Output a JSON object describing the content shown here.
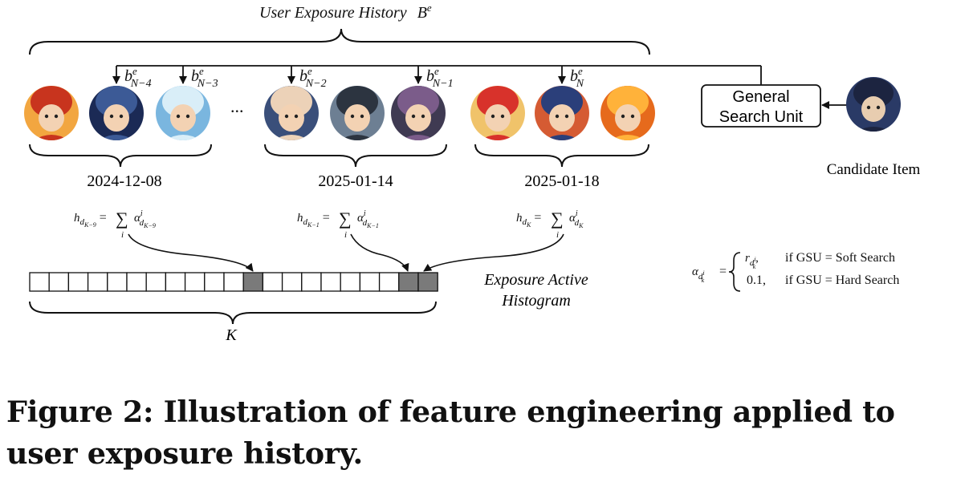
{
  "header": {
    "history_label": "User Exposure History",
    "history_symbol": "B",
    "history_superscript": "e"
  },
  "pointers": [
    {
      "base": "b",
      "sup": "e",
      "sub": "N−4"
    },
    {
      "base": "b",
      "sup": "e",
      "sub": "N−3"
    },
    {
      "base": "b",
      "sup": "e",
      "sub": "N−2"
    },
    {
      "base": "b",
      "sup": "e",
      "sub": "N−1"
    },
    {
      "base": "b",
      "sup": "e",
      "sub": "N"
    }
  ],
  "ellipsis": "...",
  "items": [
    {
      "icon": "naruto-avatar-icon",
      "bg": "#f2a640",
      "fg": "#c8341e"
    },
    {
      "icon": "conan-night-avatar-icon",
      "bg": "#1b2a55",
      "fg": "#3c5a96"
    },
    {
      "icon": "kid-avatar-icon",
      "bg": "#7ab6df",
      "fg": "#d9eef8"
    },
    {
      "icon": "conan-glasses-avatar-icon",
      "bg": "#3a4f7a",
      "fg": "#ecd2b8"
    },
    {
      "icon": "levi-avatar-icon",
      "bg": "#6d7f93",
      "fg": "#2c3440"
    },
    {
      "icon": "detective-avatar-icon",
      "bg": "#3f3a52",
      "fg": "#7b5c8a"
    },
    {
      "icon": "luffy-avatar-icon",
      "bg": "#f0c36a",
      "fg": "#d8322b"
    },
    {
      "icon": "conan-city-avatar-icon",
      "bg": "#d55b33",
      "fg": "#2b3f7a"
    },
    {
      "icon": "fire-girl-avatar-icon",
      "bg": "#e66a1c",
      "fg": "#ffb23a"
    }
  ],
  "dates": [
    "2024-12-08",
    "2025-01-14",
    "2025-01-18"
  ],
  "formulas": [
    {
      "lhs": "h",
      "lhs_sub": "d",
      "lhs_subsub": "K−9",
      "sum": "∑",
      "sum_sub": "i",
      "alpha": "α",
      "alpha_sup": "i",
      "alpha_sub": "d",
      "alpha_subsub": "K−9"
    },
    {
      "lhs": "h",
      "lhs_sub": "d",
      "lhs_subsub": "K−1",
      "sum": "∑",
      "sum_sub": "i",
      "alpha": "α",
      "alpha_sup": "i",
      "alpha_sub": "d",
      "alpha_subsub": "K−1"
    },
    {
      "lhs": "h",
      "lhs_sub": "d",
      "lhs_subsub": "K",
      "sum": "∑",
      "sum_sub": "i",
      "alpha": "α",
      "alpha_sup": "i",
      "alpha_sub": "d",
      "alpha_subsub": "K"
    }
  ],
  "histogram": {
    "cells": 21,
    "filled": [
      11,
      19,
      20
    ],
    "label_line1": "Exposure Active",
    "label_line2": "Histogram",
    "size_symbol": "K",
    "empty_color": "#ffffff",
    "filled_color": "#7a7a7a"
  },
  "gsu": {
    "line1": "General",
    "line2": "Search Unit"
  },
  "candidate": {
    "label": "Candidate Item",
    "icon": "conan-candidate-avatar-icon",
    "bg": "#2a3a66",
    "fg": "#e8cdb0"
  },
  "alpha_definition": {
    "lhs": "α",
    "lhs_sub": "d",
    "lhs_sub_sup": "i",
    "lhs_sub_sub": "k",
    "case1_value": "r",
    "case1_sub": "d",
    "case1_sub_sup": "i",
    "case1_sub_sub": "k",
    "case1_cond": "if GSU = Soft  Search",
    "case2_value": "0.1,",
    "case2_cond": "if GSU = Hard  Search"
  },
  "caption": "Figure 2: Illustration of feature engineering applied to user exposure history."
}
